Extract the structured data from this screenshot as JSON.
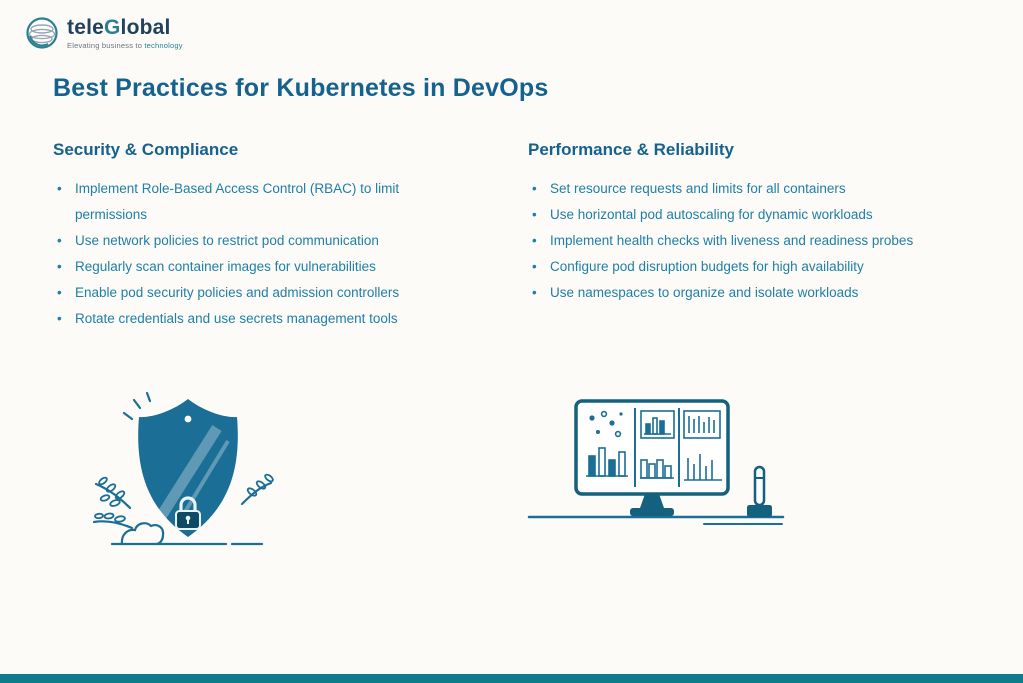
{
  "logo": {
    "brand_tele": "tele",
    "brand_g": "G",
    "brand_rest": "lobal",
    "tagline_prefix": "Elevating business to ",
    "tagline_highlight": "technology"
  },
  "title": "Best Practices for Kubernetes in DevOps",
  "sections": [
    {
      "heading": "Security & Compliance",
      "items": [
        "Implement Role-Based Access Control (RBAC) to limit permissions",
        "Use network policies to restrict pod communication",
        "Regularly scan container images for vulnerabilities",
        "Enable pod security policies and admission controllers",
        "Rotate credentials and use secrets management tools"
      ],
      "illustration": "shield-with-lock-and-plants"
    },
    {
      "heading": "Performance & Reliability",
      "items": [
        "Set resource requests and limits for all containers",
        "Use horizontal pod autoscaling for dynamic workloads",
        "Implement health checks with liveness and readiness probes",
        "Configure pod disruption budgets for high availability",
        "Use namespaces to organize and isolate workloads"
      ],
      "illustration": "monitor-dashboard-on-desk"
    }
  ],
  "colors": {
    "title": "#15628f",
    "heading": "#15628f",
    "body": "#1f7fa8",
    "illustration": "#1b6e95",
    "bottom_bar": "#0e7c8a",
    "background": "#fcfbf7",
    "logo_navy": "#21415f",
    "logo_teal": "#2a8090",
    "tagline_gray": "#6b7280"
  }
}
